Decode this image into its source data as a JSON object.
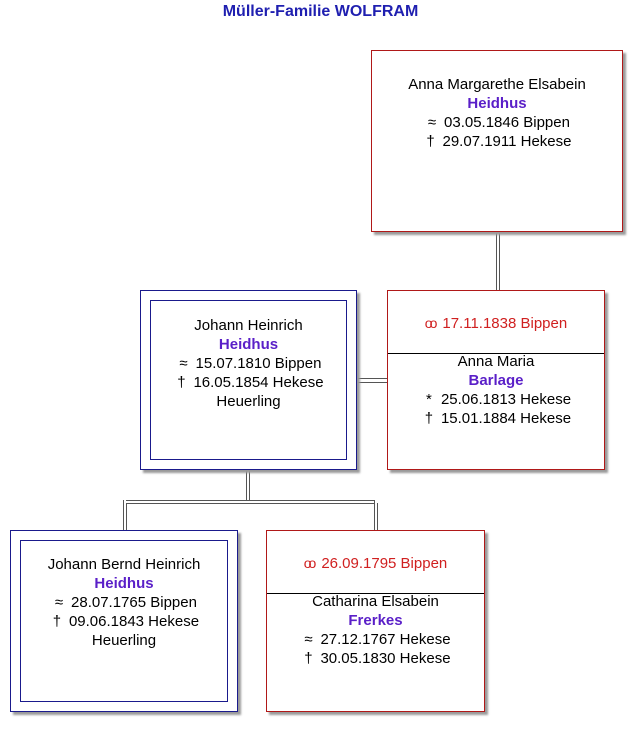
{
  "title": "Müller-Familie WOLFRAM",
  "persons": {
    "anna_margarethe": {
      "given": "Anna Margarethe Elsabein",
      "surname": "Heidhus",
      "line1_symbol": "≈",
      "line1": "03.05.1846 Bippen",
      "line2_symbol": "†",
      "line2": "29.07.1911 Hekese"
    },
    "johann_heinrich": {
      "given": "Johann Heinrich",
      "surname": "Heidhus",
      "line1_symbol": "≈",
      "line1": "15.07.1810 Bippen",
      "line2_symbol": "†",
      "line2": "16.05.1854 Hekese",
      "occupation": "Heuerling"
    },
    "anna_maria": {
      "marriage": "17.11.1838 Bippen",
      "given": "Anna Maria",
      "surname": "Barlage",
      "line1_symbol": "*",
      "line1": "25.06.1813 Hekese",
      "line2_symbol": "†",
      "line2": "15.01.1884 Hekese"
    },
    "johann_bernd": {
      "given": "Johann Bernd Heinrich",
      "surname": "Heidhus",
      "line1_symbol": "≈",
      "line1": "28.07.1765 Bippen",
      "line2_symbol": "†",
      "line2": "09.06.1843 Hekese",
      "occupation": "Heuerling"
    },
    "catharina": {
      "marriage": "26.09.1795 Bippen",
      "given": "Catharina Elsabein",
      "surname": "Frerkes",
      "line1_symbol": "≈",
      "line1": "27.12.1767 Hekese",
      "line2_symbol": "†",
      "line2": "30.05.1830 Hekese"
    }
  },
  "marriage_symbol": "oo",
  "colors": {
    "title": "#1f1fb0",
    "surname": "#5a1fc8",
    "marriage": "#d02020",
    "female_border": "#b01818",
    "male_border": "#1a1a8c"
  }
}
